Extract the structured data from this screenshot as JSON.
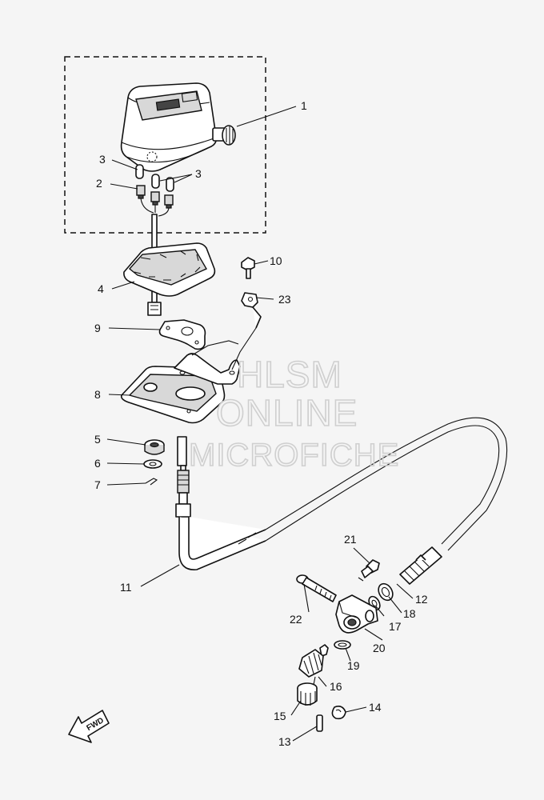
{
  "watermark": {
    "line1": "HLSM",
    "line2": "ONLINE",
    "line3": "MICROFICHE"
  },
  "direction_arrow_label": "FWD",
  "callouts": [
    "1",
    "2",
    "3",
    "3",
    "4",
    "5",
    "6",
    "7",
    "8",
    "9",
    "10",
    "11",
    "12",
    "13",
    "14",
    "15",
    "16",
    "17",
    "18",
    "19",
    "20",
    "21",
    "22",
    "23"
  ]
}
